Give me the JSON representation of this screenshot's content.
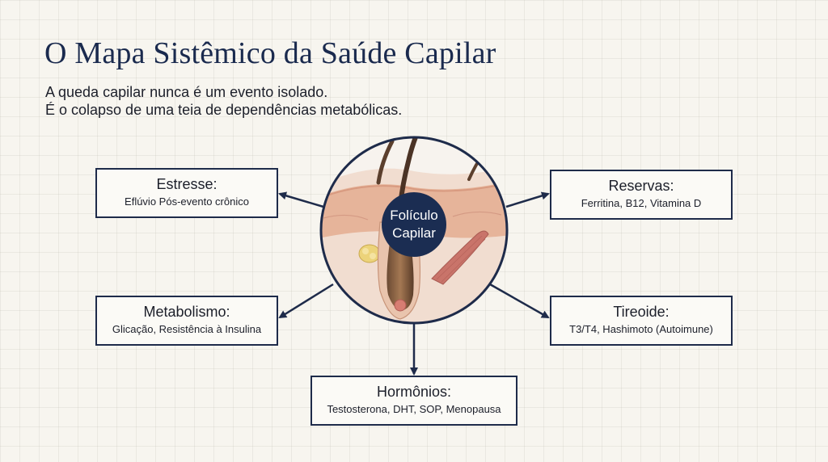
{
  "title": "O Mapa Sistêmico da Saúde Capilar",
  "subtitle": {
    "line1": "A queda capilar nunca é um evento isolado.",
    "line2": "É o colapso de uma teia de dependências metabólicas."
  },
  "center": {
    "line1": "Folículo",
    "line2": "Capilar"
  },
  "nodes": {
    "estresse": {
      "title": "Estresse:",
      "detail": "Eflúvio Pós-evento crônico"
    },
    "reservas": {
      "title": "Reservas:",
      "detail": "Ferritina, B12, Vitamina D"
    },
    "metabolismo": {
      "title": "Metabolismo:",
      "detail": "Glicação, Resistência à Insulina"
    },
    "tireoide": {
      "title": "Tireoide:",
      "detail": "T3/T4, Hashimoto (Autoimune)"
    },
    "hormonios": {
      "title": "Hormônios:",
      "detail": "Testosterona, DHT, SOP, Menopausa"
    }
  },
  "colors": {
    "navy": "#1b2d52",
    "border": "#1e2b4a",
    "background": "#f7f5ef",
    "skin": "#e7b59a",
    "muscle": "#c9746a"
  }
}
